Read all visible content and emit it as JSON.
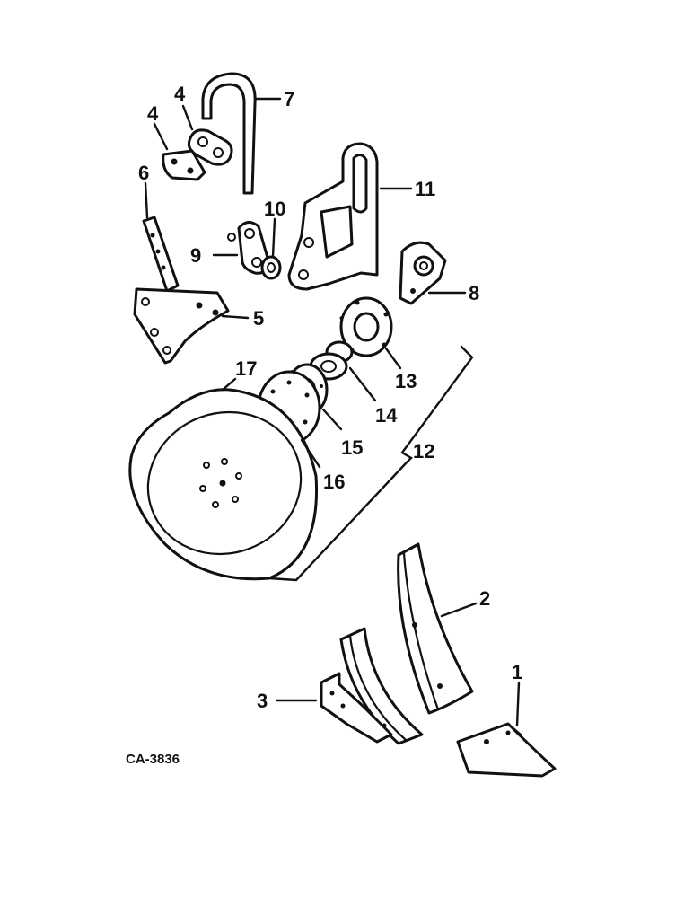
{
  "drawing_code": "CA-3836",
  "callouts": {
    "c1": "1",
    "c2": "2",
    "c3": "3",
    "c4a": "4",
    "c4b": "4",
    "c5": "5",
    "c6": "6",
    "c7": "7",
    "c8": "8",
    "c9": "9",
    "c10": "10",
    "c11": "11",
    "c12": "12",
    "c13": "13",
    "c14": "14",
    "c15": "15",
    "c16": "16",
    "c17": "17"
  }
}
